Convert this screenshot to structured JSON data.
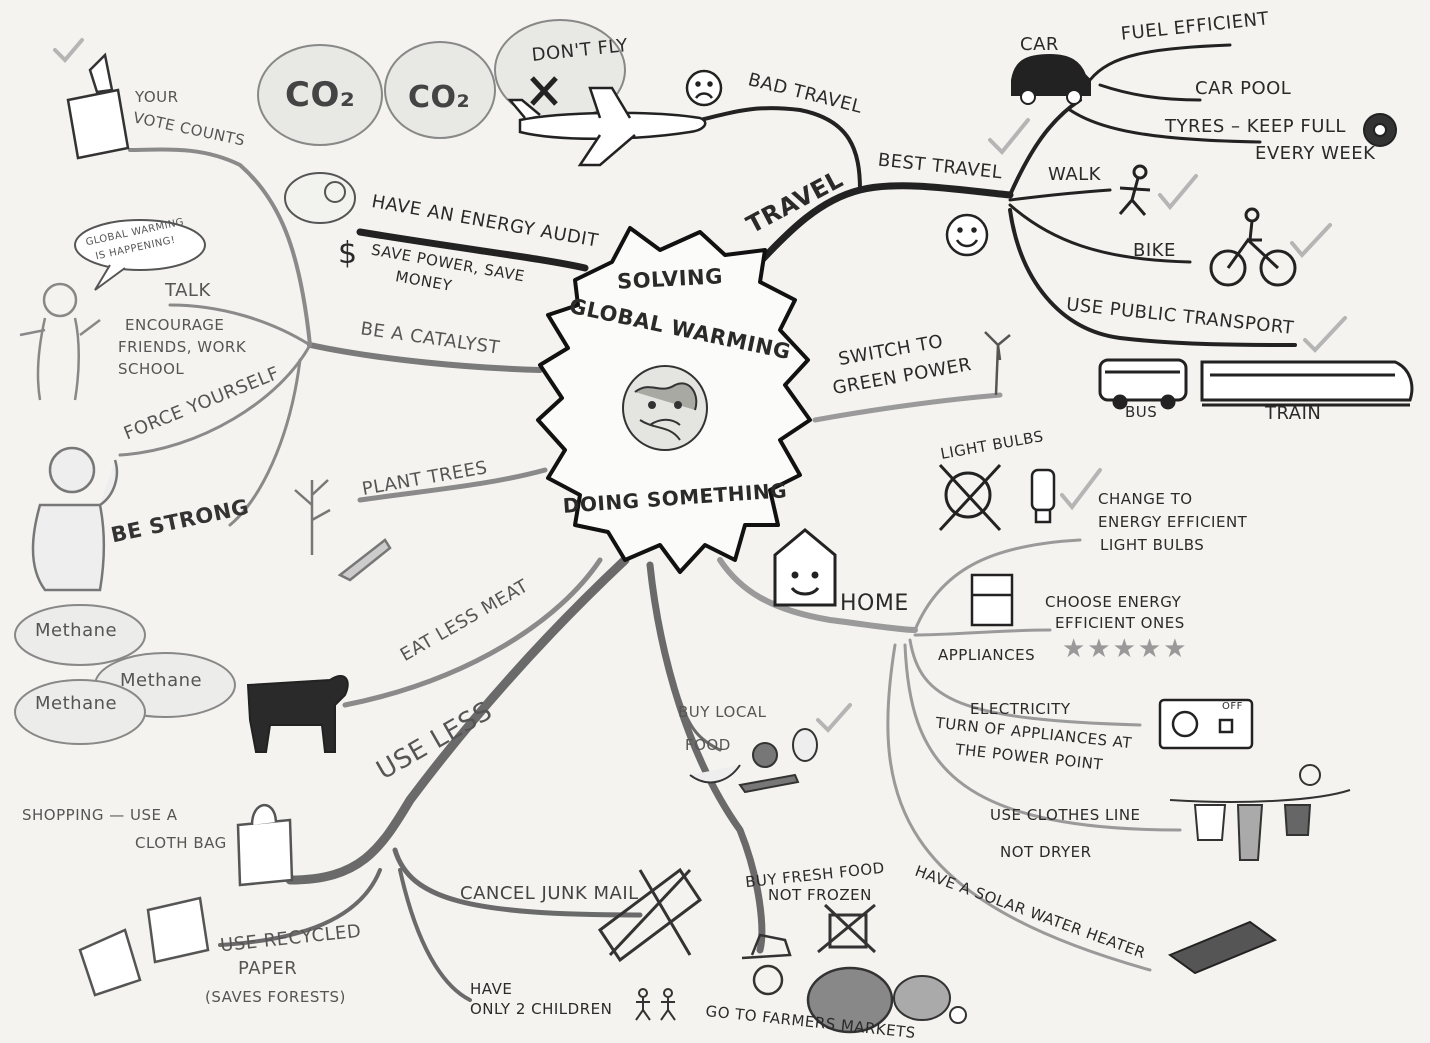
{
  "center": {
    "title_line1": "SOLVING",
    "title_line2": "GLOBAL WARMING",
    "subtitle": "DOING SOMETHING"
  },
  "travel": {
    "label": "TRAVEL",
    "bad_travel": "BAD TRAVEL",
    "dont_fly": "DON'T FLY",
    "co2_a": "CO₂",
    "co2_b": "CO₂",
    "best_travel": "BEST TRAVEL",
    "car": "CAR",
    "fuel_efficient": "FUEL EFFICIENT",
    "car_pool": "CAR POOL",
    "tyres_line1": "TYRES – KEEP FULL",
    "tyres_line2": "EVERY WEEK",
    "walk": "WALK",
    "bike": "BIKE",
    "public_transport": "USE PUBLIC TRANSPORT",
    "bus": "BUS",
    "train": "TRAIN"
  },
  "green_power": {
    "line1": "SWITCH TO",
    "line2": "GREEN POWER"
  },
  "home": {
    "label": "HOME",
    "light_bulbs": "LIGHT BULBS",
    "bulbs_line1": "CHANGE TO",
    "bulbs_line2": "ENERGY EFFICIENT",
    "bulbs_line3": "LIGHT BULBS",
    "appliances": "APPLIANCES",
    "choose_line1": "CHOOSE ENERGY",
    "choose_line2": "EFFICIENT ONES",
    "stars": "★★★★★",
    "electricity": "ELECTRICITY",
    "turn_off_line1": "TURN OF APPLIANCES AT",
    "turn_off_line2": "THE POWER POINT",
    "off_label": "OFF",
    "clothes_line": "USE CLOTHES LINE",
    "not_dryer": "NOT DRYER",
    "solar": "HAVE A SOLAR WATER HEATER"
  },
  "energy_audit": {
    "label": "HAVE AN ENERGY AUDIT",
    "sub_line1": "SAVE POWER, SAVE",
    "sub_line2": "MONEY",
    "dollar": "$"
  },
  "catalyst": {
    "label": "BE A CATALYST",
    "vote_line1": "YOUR",
    "vote_line2": "VOTE COUNTS",
    "talk": "TALK",
    "bubble_line1": "GLOBAL WARMING",
    "bubble_line2": "IS HAPPENING!",
    "encourage_line1": "ENCOURAGE",
    "encourage_line2": "FRIENDS, WORK",
    "encourage_line3": "SCHOOL",
    "force": "FORCE YOURSELF",
    "strong": "BE STRONG"
  },
  "plant_trees": "PLANT TREES",
  "eat_less_meat": {
    "label": "EAT LESS MEAT",
    "methane_1": "Methane",
    "methane_2": "Methane",
    "methane_3": "Methane"
  },
  "use_less": {
    "label": "USE LESS",
    "shopping": "SHOPPING — USE A",
    "cloth_bag": "CLOTH BAG",
    "recycled_line1": "USE RECYCLED",
    "recycled_line2": "PAPER",
    "recycled_line3": "(SAVES FORESTS)",
    "junk_mail": "CANCEL JUNK MAIL",
    "children_line1": "HAVE",
    "children_line2": "ONLY 2 CHILDREN"
  },
  "food": {
    "local_line1": "BUY LOCAL",
    "local_line2": "FOOD",
    "fresh_line1": "BUY FRESH FOOD",
    "fresh_line2": "NOT FROZEN",
    "farmers": "GO TO FARMERS MARKETS"
  },
  "colors": {
    "ink": "#2a2a2a",
    "gray_ink": "#8a8a8a",
    "paper": "#f4f3ef",
    "check": "#b5b5b5"
  }
}
